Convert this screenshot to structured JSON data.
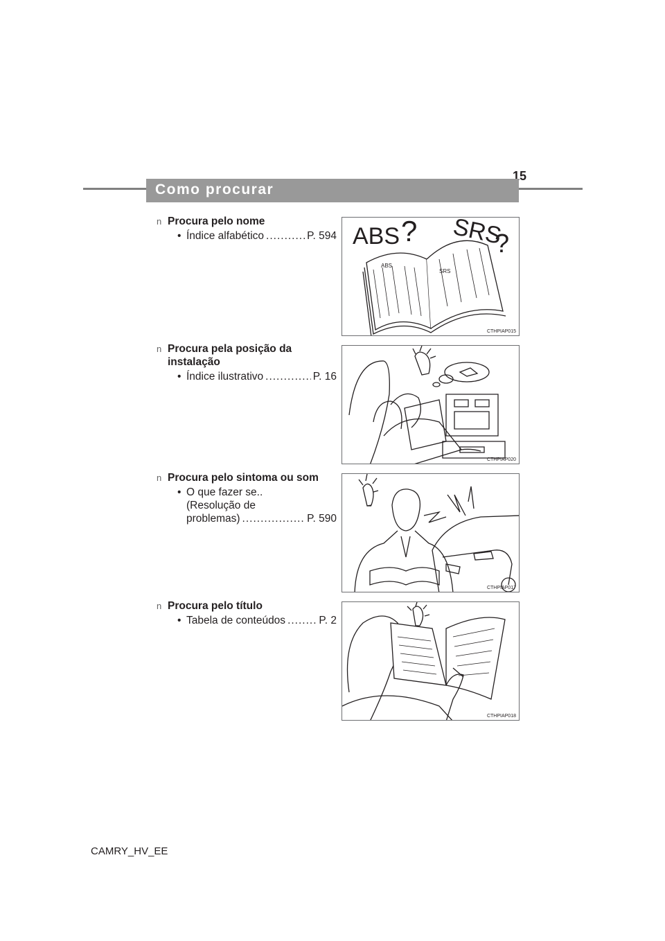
{
  "page": {
    "number": "15",
    "footer": "CAMRY_HV_EE"
  },
  "section": {
    "title": "Como procurar"
  },
  "marker": "n",
  "items": [
    {
      "heading_lines": [
        "Procura pelo nome"
      ],
      "entry": {
        "bullet": "•",
        "lines": [],
        "label": "Índice alfabético",
        "ref": "P. 594"
      },
      "figure": {
        "code": "CTHPIAP015",
        "labels": [
          "ABS",
          "?",
          "SRS",
          "?",
          "ABS",
          "SRS"
        ]
      }
    },
    {
      "heading_lines": [
        "Procura pela posição da",
        "instalação"
      ],
      "entry": {
        "bullet": "•",
        "lines": [],
        "label": "Índice ilustrativo",
        "ref": "P. 16"
      },
      "figure": {
        "code": "CTHPIAP020"
      }
    },
    {
      "heading_lines": [
        "Procura pelo sintoma ou som"
      ],
      "entry": {
        "bullet": "•",
        "lines": [
          "O que fazer se..",
          "(Resolução de"
        ],
        "label": "problemas)",
        "ref": "P. 590"
      },
      "figure": {
        "code": "CTHPIAP017"
      }
    },
    {
      "heading_lines": [
        "Procura pelo título"
      ],
      "entry": {
        "bullet": "•",
        "lines": [],
        "label": "Tabela de conteúdos",
        "ref": "P. 2"
      },
      "figure": {
        "code": "CTHPIAP018"
      }
    }
  ]
}
